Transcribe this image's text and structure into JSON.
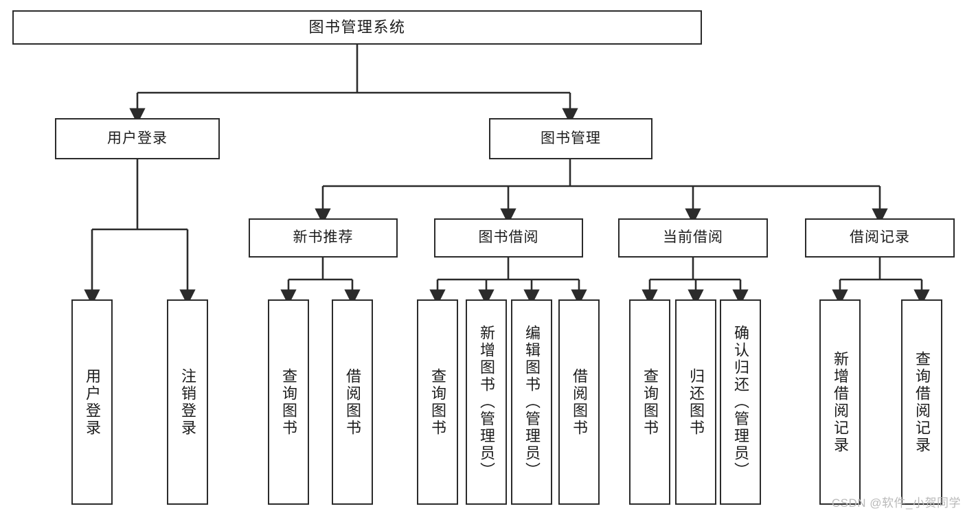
{
  "diagram": {
    "type": "tree",
    "title": "图书管理系统",
    "watermark": "CSDN @软件_小贺同学",
    "colors": {
      "box_border": "#2b2b2b",
      "box_fill": "#ffffff",
      "connector": "#2b2b2b",
      "text": "#1c1c1c",
      "watermark": "#b9b9b9",
      "background": "#ffffff"
    },
    "nodes": {
      "root": {
        "label": "图书管理系统"
      },
      "level2": [
        {
          "id": "user-login",
          "label": "用户登录"
        },
        {
          "id": "book-management",
          "label": "图书管理"
        }
      ],
      "level3": [
        {
          "id": "new-book-recommend",
          "label": "新书推荐"
        },
        {
          "id": "book-borrow",
          "label": "图书借阅"
        },
        {
          "id": "current-borrow",
          "label": "当前借阅"
        },
        {
          "id": "borrow-record",
          "label": "借阅记录"
        }
      ],
      "leaves": {
        "user-login": [
          {
            "id": "leaf-user-login",
            "label": "用户登录"
          },
          {
            "id": "leaf-user-logout",
            "label": "注销登录"
          }
        ],
        "new-book-recommend": [
          {
            "id": "leaf-query-book-1",
            "label": "查询图书"
          },
          {
            "id": "leaf-borrow-book-1",
            "label": "借阅图书"
          }
        ],
        "book-borrow": [
          {
            "id": "leaf-query-book-2",
            "label": "查询图书"
          },
          {
            "id": "leaf-add-book",
            "label": "新增图书（管理员）"
          },
          {
            "id": "leaf-edit-book",
            "label": "编辑图书（管理员）"
          },
          {
            "id": "leaf-borrow-book-2",
            "label": "借阅图书"
          }
        ],
        "current-borrow": [
          {
            "id": "leaf-query-book-3",
            "label": "查询图书"
          },
          {
            "id": "leaf-return-book",
            "label": "归还图书"
          },
          {
            "id": "leaf-confirm-return",
            "label": "确认归还（管理员）"
          }
        ],
        "borrow-record": [
          {
            "id": "leaf-add-record",
            "label": "新增借阅记录"
          },
          {
            "id": "leaf-query-record",
            "label": "查询借阅记录"
          }
        ]
      }
    }
  }
}
